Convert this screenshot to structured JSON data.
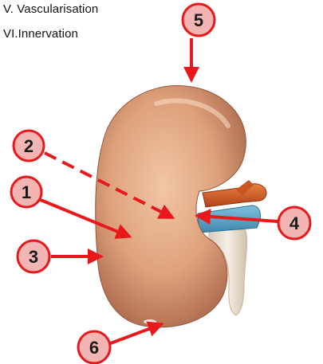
{
  "headings": [
    {
      "text": "V. Vascularisation"
    },
    {
      "text": "VI.Innervation"
    }
  ],
  "labels": [
    {
      "number": "1"
    },
    {
      "number": "2"
    },
    {
      "number": "3"
    },
    {
      "number": "4"
    },
    {
      "number": "5"
    },
    {
      "number": "6"
    }
  ],
  "colors": {
    "arrow": "#e8191c",
    "badge_fill": "#f3b4b4",
    "badge_stroke": "#e8191c",
    "kidney": "#d9a27e",
    "artery": "#d25a22",
    "vein": "#5aa6c9",
    "ureter": "#efe7d9"
  }
}
